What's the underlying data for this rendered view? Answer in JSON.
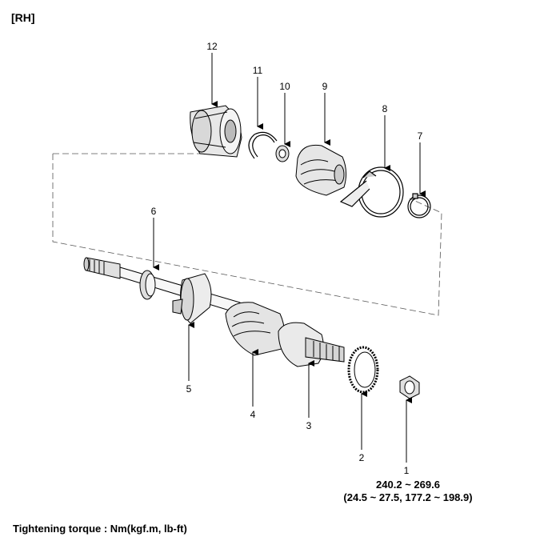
{
  "title": "[RH]",
  "footer": "Tightening torque : Nm(kgf.m, lb-ft)",
  "torque": {
    "line1": "240.2 ~ 269.6",
    "line2": "(24.5 ~ 27.5, 177.2 ~ 198.9)"
  },
  "callouts": {
    "c1": "1",
    "c2": "2",
    "c3": "3",
    "c4": "4",
    "c5": "5",
    "c6": "6",
    "c7": "7",
    "c8": "8",
    "c9": "9",
    "c10": "10",
    "c11": "11",
    "c12": "12"
  }
}
